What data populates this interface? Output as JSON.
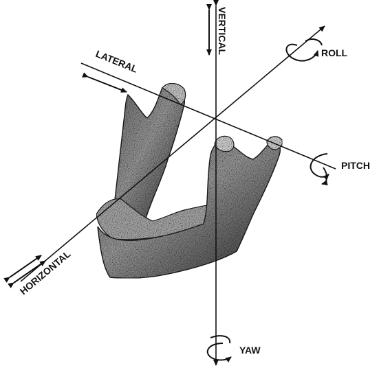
{
  "labels": {
    "vertical": "VERTICAL",
    "lateral": "LATERAL",
    "roll": "ROLL",
    "pitch": "PITCH",
    "horizontal": "HORIZONTAL",
    "yaw": "YAW"
  },
  "colors": {
    "ink": "#111111",
    "bone_dark": "#2a2a2a",
    "bone_light": "#8c8c8c",
    "background": "#ffffff"
  },
  "icons": [
    "double-arrow-icon",
    "rotation-arrow-icon",
    "mandible-illustration"
  ]
}
